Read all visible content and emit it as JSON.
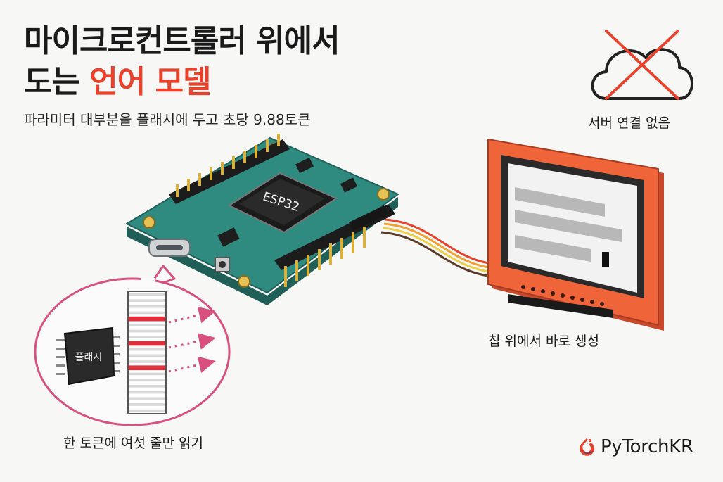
{
  "title": {
    "line1": "마이크로컨트롤러 위에서",
    "line2_plain": "도는",
    "line2_accent": "언어 모델"
  },
  "subtitle": "파라미터 대부분을 플래시에 두고 초당 9.88토큰",
  "labels": {
    "server": "서버 연결 없음",
    "generate": "칩 위에서 바로 생성",
    "read": "한 토큰에 여섯 줄만 읽기"
  },
  "chips": {
    "mcu": "ESP32",
    "flash": "플래시"
  },
  "brand": "PyTorchKR",
  "colors": {
    "accent": "#e8412c",
    "board": "#2f8a80",
    "display_frame": "#f0643a",
    "zoom_circle": "#d8507e",
    "flash_highlight": "#e02e3a"
  },
  "icons": [
    "cloud-crossed-icon",
    "pytorchkr-logo-icon"
  ],
  "flash_rows": {
    "total": 20,
    "highlighted": [
      4,
      8,
      12
    ]
  }
}
